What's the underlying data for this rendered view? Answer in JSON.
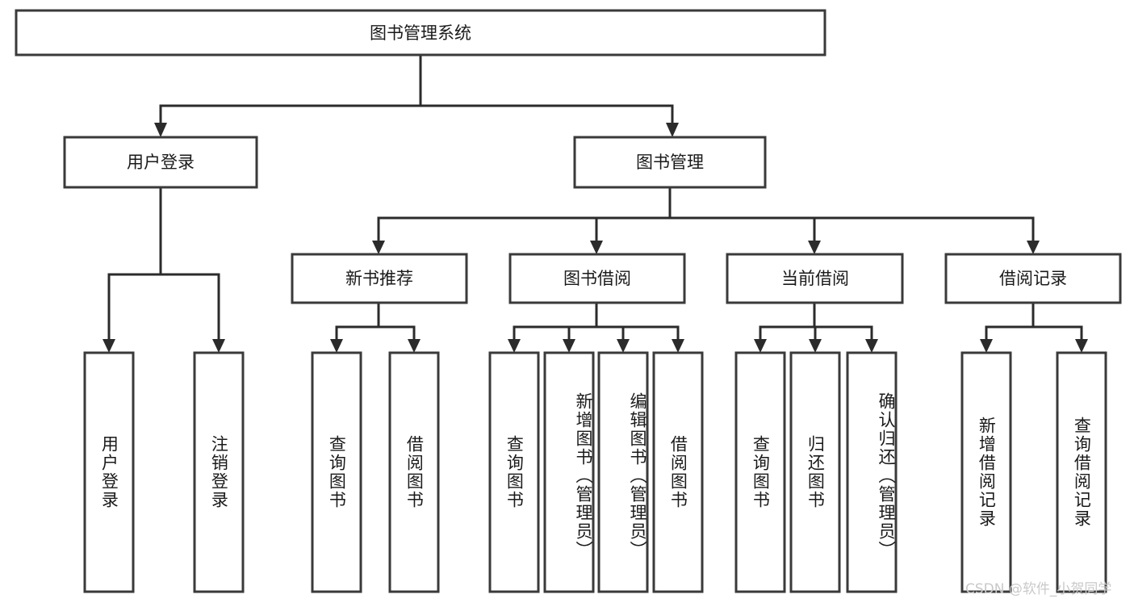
{
  "diagram": {
    "type": "tree-hierarchy",
    "title": "图书管理系统",
    "root": {
      "label": "图书管理系统"
    },
    "level2": [
      {
        "id": "user-login",
        "label": "用户登录"
      },
      {
        "id": "book-management",
        "label": "图书管理"
      }
    ],
    "level3": [
      {
        "id": "new-book-recommend",
        "label": "新书推荐",
        "parent": "book-management"
      },
      {
        "id": "book-borrow",
        "label": "图书借阅",
        "parent": "book-management"
      },
      {
        "id": "current-borrow",
        "label": "当前借阅",
        "parent": "book-management"
      },
      {
        "id": "borrow-record",
        "label": "借阅记录",
        "parent": "book-management"
      }
    ],
    "leaves": {
      "user-login": [
        {
          "id": "leaf-user-login",
          "label": "用户登录"
        },
        {
          "id": "leaf-logout-login",
          "label": "注销登录"
        }
      ],
      "new-book-recommend": [
        {
          "id": "leaf-query-book-1",
          "label": "查询图书"
        },
        {
          "id": "leaf-borrow-book-1",
          "label": "借阅图书"
        }
      ],
      "book-borrow": [
        {
          "id": "leaf-query-book-2",
          "label": "查询图书"
        },
        {
          "id": "leaf-add-book-admin",
          "label": "新增图书（管理员）"
        },
        {
          "id": "leaf-edit-book-admin",
          "label": "编辑图书（管理员）"
        },
        {
          "id": "leaf-borrow-book-2",
          "label": "借阅图书"
        }
      ],
      "current-borrow": [
        {
          "id": "leaf-query-book-3",
          "label": "查询图书"
        },
        {
          "id": "leaf-return-book",
          "label": "归还图书"
        },
        {
          "id": "leaf-confirm-return-admin",
          "label": "确认归还（管理员）"
        }
      ],
      "borrow-record": [
        {
          "id": "leaf-add-borrow-record",
          "label": "新增借阅记录"
        },
        {
          "id": "leaf-query-borrow-record",
          "label": "查询借阅记录"
        }
      ]
    }
  },
  "watermark": {
    "text": "CSDN @软件_小贺同学"
  },
  "colors": {
    "box_stroke": "#3a3a3a",
    "connector": "#2b2b2b",
    "text": "#1a1a1a",
    "background": "#ffffff",
    "watermark": "#c9c9c9"
  }
}
